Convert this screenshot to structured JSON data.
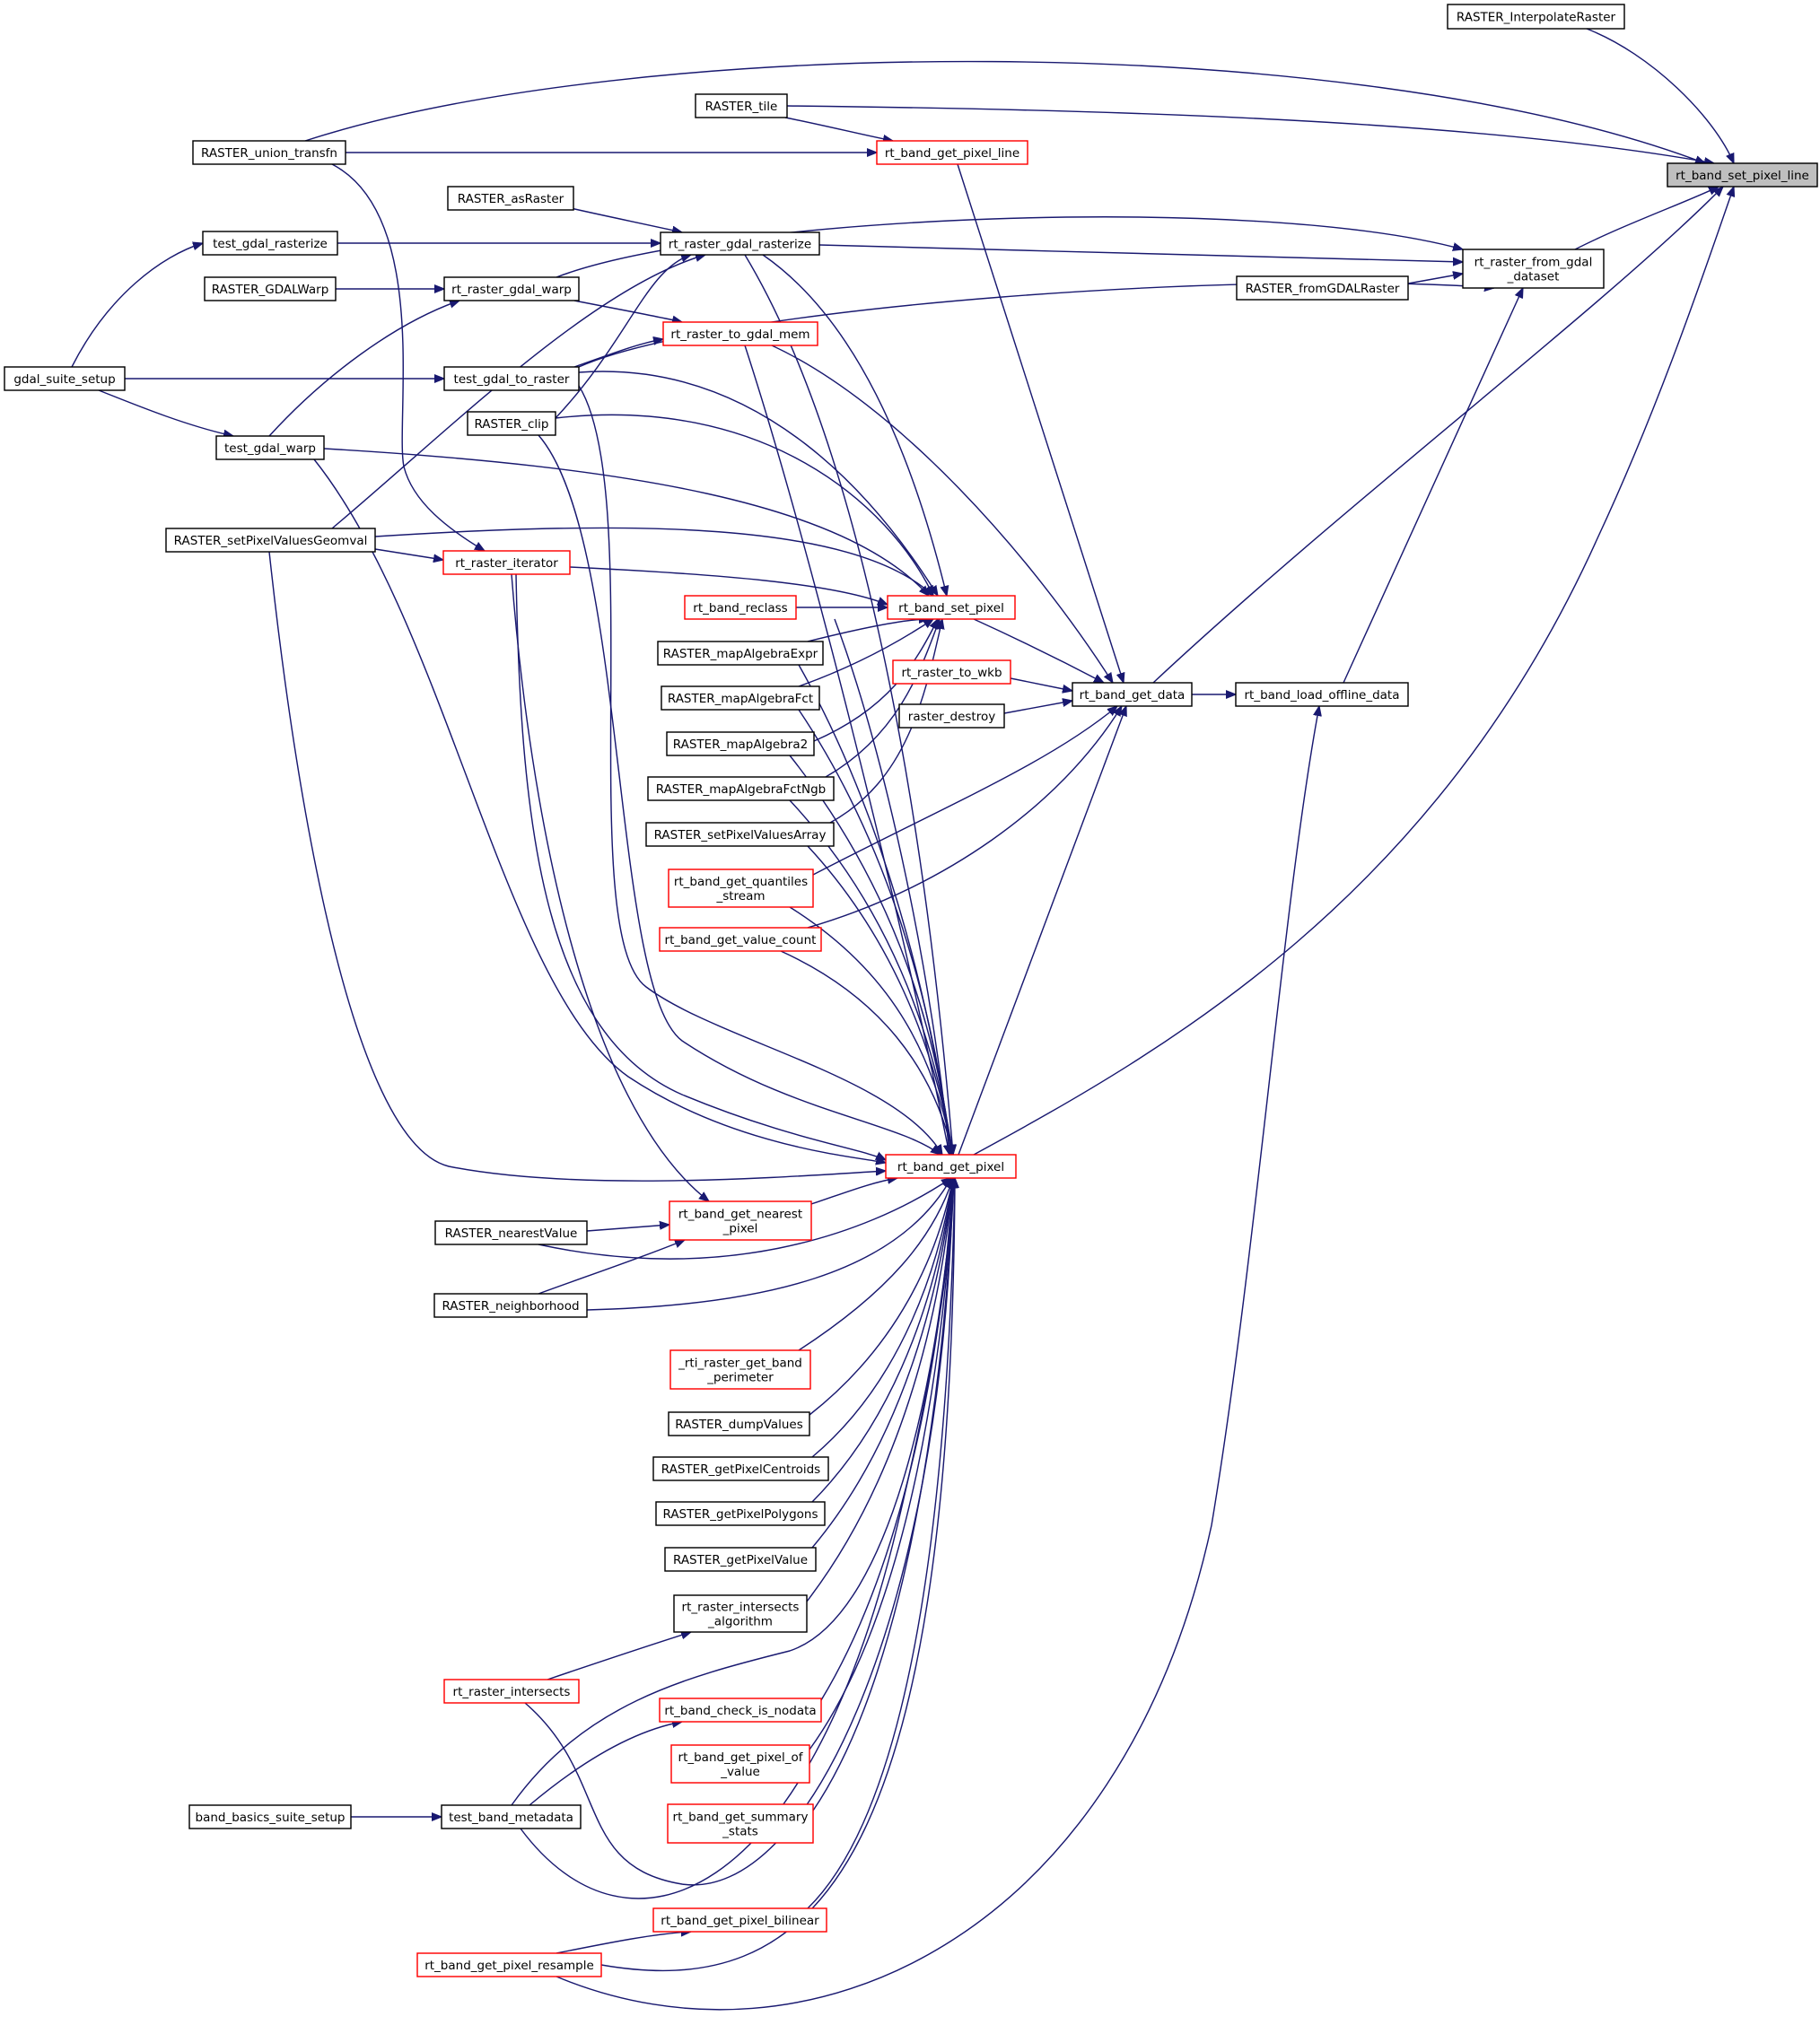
{
  "colors": {
    "edge": "#191970",
    "node_border_default": "#000000",
    "node_border_truncated": "#ff0000",
    "focus_fill": "#bfbfbf"
  },
  "nodes": {
    "rt_band_set_pixel_line": {
      "lines": [
        "rt_band_set_pixel_line"
      ],
      "style": "focus"
    },
    "RASTER_InterpolateRaster": {
      "lines": [
        "RASTER_InterpolateRaster"
      ],
      "style": "black"
    },
    "RASTER_tile": {
      "lines": [
        "RASTER_tile"
      ],
      "style": "black"
    },
    "RASTER_union_transfn": {
      "lines": [
        "RASTER_union_transfn"
      ],
      "style": "black"
    },
    "rt_band_get_pixel_line": {
      "lines": [
        "rt_band_get_pixel_line"
      ],
      "style": "red"
    },
    "RASTER_asRaster": {
      "lines": [
        "RASTER_asRaster"
      ],
      "style": "black"
    },
    "test_gdal_rasterize": {
      "lines": [
        "test_gdal_rasterize"
      ],
      "style": "black"
    },
    "rt_raster_gdal_rasterize": {
      "lines": [
        "rt_raster_gdal_rasterize"
      ],
      "style": "black"
    },
    "rt_raster_from_gdal_dataset": {
      "lines": [
        "rt_raster_from_gdal",
        "_dataset"
      ],
      "style": "black"
    },
    "RASTER_fromGDALRaster": {
      "lines": [
        "RASTER_fromGDALRaster"
      ],
      "style": "black"
    },
    "RASTER_GDALWarp": {
      "lines": [
        "RASTER_GDALWarp"
      ],
      "style": "black"
    },
    "rt_raster_gdal_warp": {
      "lines": [
        "rt_raster_gdal_warp"
      ],
      "style": "black"
    },
    "rt_raster_to_gdal_mem": {
      "lines": [
        "rt_raster_to_gdal_mem"
      ],
      "style": "red"
    },
    "gdal_suite_setup": {
      "lines": [
        "gdal_suite_setup"
      ],
      "style": "black"
    },
    "test_gdal_to_raster": {
      "lines": [
        "test_gdal_to_raster"
      ],
      "style": "black"
    },
    "RASTER_clip": {
      "lines": [
        "RASTER_clip"
      ],
      "style": "black"
    },
    "test_gdal_warp": {
      "lines": [
        "test_gdal_warp"
      ],
      "style": "black"
    },
    "RASTER_setPixelValuesGeomval": {
      "lines": [
        "RASTER_setPixelValuesGeomval"
      ],
      "style": "black"
    },
    "rt_raster_iterator": {
      "lines": [
        "rt_raster_iterator"
      ],
      "style": "red"
    },
    "rt_band_reclass": {
      "lines": [
        "rt_band_reclass"
      ],
      "style": "red"
    },
    "rt_band_set_pixel": {
      "lines": [
        "rt_band_set_pixel"
      ],
      "style": "red"
    },
    "RASTER_mapAlgebraExpr": {
      "lines": [
        "RASTER_mapAlgebraExpr"
      ],
      "style": "black"
    },
    "rt_raster_to_wkb": {
      "lines": [
        "rt_raster_to_wkb"
      ],
      "style": "red"
    },
    "RASTER_mapAlgebraFct": {
      "lines": [
        "RASTER_mapAlgebraFct"
      ],
      "style": "black"
    },
    "rt_band_get_data": {
      "lines": [
        "rt_band_get_data"
      ],
      "style": "black"
    },
    "rt_band_load_offline_data": {
      "lines": [
        "rt_band_load_offline_data"
      ],
      "style": "black"
    },
    "raster_destroy": {
      "lines": [
        "raster_destroy"
      ],
      "style": "black"
    },
    "RASTER_mapAlgebra2": {
      "lines": [
        "RASTER_mapAlgebra2"
      ],
      "style": "black"
    },
    "RASTER_mapAlgebraFctNgb": {
      "lines": [
        "RASTER_mapAlgebraFctNgb"
      ],
      "style": "black"
    },
    "RASTER_setPixelValuesArray": {
      "lines": [
        "RASTER_setPixelValuesArray"
      ],
      "style": "black"
    },
    "rt_band_get_quantiles_stream": {
      "lines": [
        "rt_band_get_quantiles",
        "_stream"
      ],
      "style": "red"
    },
    "rt_band_get_value_count": {
      "lines": [
        "rt_band_get_value_count"
      ],
      "style": "red"
    },
    "rt_band_get_pixel": {
      "lines": [
        "rt_band_get_pixel"
      ],
      "style": "red"
    },
    "rt_band_get_nearest_pixel": {
      "lines": [
        "rt_band_get_nearest",
        "_pixel"
      ],
      "style": "red"
    },
    "RASTER_nearestValue": {
      "lines": [
        "RASTER_nearestValue"
      ],
      "style": "black"
    },
    "RASTER_neighborhood": {
      "lines": [
        "RASTER_neighborhood"
      ],
      "style": "black"
    },
    "_rti_raster_get_band_perimeter": {
      "lines": [
        "_rti_raster_get_band",
        "_perimeter"
      ],
      "style": "red"
    },
    "RASTER_dumpValues": {
      "lines": [
        "RASTER_dumpValues"
      ],
      "style": "black"
    },
    "RASTER_getPixelCentroids": {
      "lines": [
        "RASTER_getPixelCentroids"
      ],
      "style": "black"
    },
    "RASTER_getPixelPolygons": {
      "lines": [
        "RASTER_getPixelPolygons"
      ],
      "style": "black"
    },
    "RASTER_getPixelValue": {
      "lines": [
        "RASTER_getPixelValue"
      ],
      "style": "black"
    },
    "rt_raster_intersects_algorithm": {
      "lines": [
        "rt_raster_intersects",
        "_algorithm"
      ],
      "style": "black"
    },
    "rt_raster_intersects": {
      "lines": [
        "rt_raster_intersects"
      ],
      "style": "red"
    },
    "rt_band_check_is_nodata": {
      "lines": [
        "rt_band_check_is_nodata"
      ],
      "style": "red"
    },
    "rt_band_get_pixel_of_value": {
      "lines": [
        "rt_band_get_pixel_of",
        "_value"
      ],
      "style": "red"
    },
    "band_basics_suite_setup": {
      "lines": [
        "band_basics_suite_setup"
      ],
      "style": "black"
    },
    "test_band_metadata": {
      "lines": [
        "test_band_metadata"
      ],
      "style": "black"
    },
    "rt_band_get_summary_stats": {
      "lines": [
        "rt_band_get_summary",
        "_stats"
      ],
      "style": "red"
    },
    "rt_band_get_pixel_bilinear": {
      "lines": [
        "rt_band_get_pixel_bilinear"
      ],
      "style": "red"
    },
    "rt_band_get_pixel_resample": {
      "lines": [
        "rt_band_get_pixel_resample"
      ],
      "style": "red"
    }
  },
  "edges": [
    [
      "RASTER_InterpolateRaster",
      "rt_band_set_pixel_line"
    ],
    [
      "RASTER_tile",
      "rt_band_set_pixel_line"
    ],
    [
      "RASTER_union_transfn",
      "rt_band_set_pixel_line"
    ],
    [
      "rt_raster_from_gdal_dataset",
      "rt_band_set_pixel_line"
    ],
    [
      "rt_band_get_data",
      "rt_band_set_pixel_line"
    ],
    [
      "rt_band_get_pixel",
      "rt_band_set_pixel_line"
    ],
    [
      "RASTER_tile",
      "rt_band_get_pixel_line"
    ],
    [
      "RASTER_union_transfn",
      "rt_band_get_pixel_line"
    ],
    [
      "rt_band_get_pixel_line",
      "rt_band_get_data"
    ],
    [
      "RASTER_asRaster",
      "rt_raster_gdal_rasterize"
    ],
    [
      "test_gdal_rasterize",
      "rt_raster_gdal_rasterize"
    ],
    [
      "RASTER_clip",
      "rt_raster_gdal_rasterize"
    ],
    [
      "RASTER_setPixelValuesGeomval",
      "rt_raster_gdal_rasterize"
    ],
    [
      "rt_raster_gdal_rasterize",
      "rt_raster_from_gdal_dataset"
    ],
    [
      "rt_raster_gdal_rasterize",
      "rt_band_set_pixel"
    ],
    [
      "rt_raster_gdal_rasterize",
      "rt_band_get_pixel"
    ],
    [
      "RASTER_fromGDALRaster",
      "rt_raster_from_gdal_dataset"
    ],
    [
      "rt_raster_gdal_warp",
      "rt_raster_from_gdal_dataset"
    ],
    [
      "test_gdal_to_raster",
      "rt_raster_from_gdal_dataset"
    ],
    [
      "rt_band_load_offline_data",
      "rt_raster_from_gdal_dataset"
    ],
    [
      "gdal_suite_setup",
      "test_gdal_rasterize"
    ],
    [
      "gdal_suite_setup",
      "test_gdal_to_raster"
    ],
    [
      "gdal_suite_setup",
      "test_gdal_warp"
    ],
    [
      "RASTER_GDALWarp",
      "rt_raster_gdal_warp"
    ],
    [
      "test_gdal_warp",
      "rt_raster_gdal_warp"
    ],
    [
      "rt_raster_gdal_warp",
      "rt_raster_to_gdal_mem"
    ],
    [
      "test_gdal_to_raster",
      "rt_raster_to_gdal_mem"
    ],
    [
      "rt_raster_to_gdal_mem",
      "rt_band_get_data"
    ],
    [
      "rt_raster_to_gdal_mem",
      "rt_band_get_pixel"
    ],
    [
      "test_gdal_to_raster",
      "rt_band_set_pixel"
    ],
    [
      "test_gdal_to_raster",
      "rt_band_get_pixel"
    ],
    [
      "RASTER_clip",
      "rt_band_set_pixel"
    ],
    [
      "RASTER_clip",
      "rt_band_get_pixel"
    ],
    [
      "test_gdal_warp",
      "rt_band_set_pixel"
    ],
    [
      "test_gdal_warp",
      "rt_band_get_pixel"
    ],
    [
      "RASTER_setPixelValuesGeomval",
      "rt_band_set_pixel"
    ],
    [
      "RASTER_setPixelValuesGeomval",
      "rt_raster_iterator"
    ],
    [
      "RASTER_setPixelValuesGeomval",
      "rt_band_get_pixel"
    ],
    [
      "RASTER_union_transfn",
      "rt_raster_iterator"
    ],
    [
      "rt_raster_iterator",
      "rt_band_set_pixel"
    ],
    [
      "rt_raster_iterator",
      "rt_band_get_pixel"
    ],
    [
      "rt_raster_iterator",
      "rt_band_get_nearest_pixel"
    ],
    [
      "rt_band_reclass",
      "rt_band_set_pixel"
    ],
    [
      "rt_band_reclass",
      "rt_band_get_pixel"
    ],
    [
      "RASTER_mapAlgebraExpr",
      "rt_band_set_pixel"
    ],
    [
      "RASTER_mapAlgebraExpr",
      "rt_band_get_pixel"
    ],
    [
      "RASTER_mapAlgebraFct",
      "rt_band_set_pixel"
    ],
    [
      "RASTER_mapAlgebraFct",
      "rt_band_get_pixel"
    ],
    [
      "RASTER_mapAlgebra2",
      "rt_band_set_pixel"
    ],
    [
      "RASTER_mapAlgebra2",
      "rt_band_get_pixel"
    ],
    [
      "RASTER_mapAlgebraFctNgb",
      "rt_band_set_pixel"
    ],
    [
      "RASTER_mapAlgebraFctNgb",
      "rt_band_get_pixel"
    ],
    [
      "RASTER_setPixelValuesArray",
      "rt_band_set_pixel"
    ],
    [
      "RASTER_setPixelValuesArray",
      "rt_band_get_pixel"
    ],
    [
      "rt_band_set_pixel",
      "rt_band_get_data"
    ],
    [
      "rt_raster_to_wkb",
      "rt_band_get_data"
    ],
    [
      "raster_destroy",
      "rt_band_get_data"
    ],
    [
      "rt_band_get_quantiles_stream",
      "rt_band_get_data"
    ],
    [
      "rt_band_get_quantiles_stream",
      "rt_band_get_pixel"
    ],
    [
      "rt_band_get_value_count",
      "rt_band_get_data"
    ],
    [
      "rt_band_get_value_count",
      "rt_band_get_pixel"
    ],
    [
      "rt_band_get_pixel",
      "rt_band_get_data"
    ],
    [
      "rt_band_get_data",
      "rt_band_load_offline_data"
    ],
    [
      "rt_band_get_pixel_resample",
      "rt_band_load_offline_data"
    ],
    [
      "rt_band_get_nearest_pixel",
      "rt_band_get_pixel"
    ],
    [
      "RASTER_nearestValue",
      "rt_band_get_nearest_pixel"
    ],
    [
      "RASTER_nearestValue",
      "rt_band_get_pixel"
    ],
    [
      "RASTER_neighborhood",
      "rt_band_get_nearest_pixel"
    ],
    [
      "RASTER_neighborhood",
      "rt_band_get_pixel"
    ],
    [
      "_rti_raster_get_band_perimeter",
      "rt_band_get_pixel"
    ],
    [
      "RASTER_dumpValues",
      "rt_band_get_pixel"
    ],
    [
      "RASTER_getPixelCentroids",
      "rt_band_get_pixel"
    ],
    [
      "RASTER_getPixelPolygons",
      "rt_band_get_pixel"
    ],
    [
      "RASTER_getPixelValue",
      "rt_band_get_pixel"
    ],
    [
      "rt_raster_intersects_algorithm",
      "rt_band_get_pixel"
    ],
    [
      "rt_raster_intersects",
      "rt_raster_intersects_algorithm"
    ],
    [
      "rt_raster_intersects",
      "rt_band_get_pixel"
    ],
    [
      "rt_band_check_is_nodata",
      "rt_band_get_pixel"
    ],
    [
      "rt_band_get_pixel_of_value",
      "rt_band_get_pixel"
    ],
    [
      "rt_band_get_summary_stats",
      "rt_band_get_pixel"
    ],
    [
      "band_basics_suite_setup",
      "test_band_metadata"
    ],
    [
      "test_band_metadata",
      "rt_band_check_is_nodata"
    ],
    [
      "test_band_metadata",
      "rt_band_get_pixel"
    ],
    [
      "test_band_metadata",
      "rt_band_get_pixel_line"
    ],
    [
      "rt_band_get_pixel_bilinear",
      "rt_band_get_pixel"
    ],
    [
      "rt_band_get_pixel_resample",
      "rt_band_get_pixel_bilinear"
    ],
    [
      "rt_band_get_pixel_resample",
      "rt_band_get_pixel"
    ]
  ]
}
